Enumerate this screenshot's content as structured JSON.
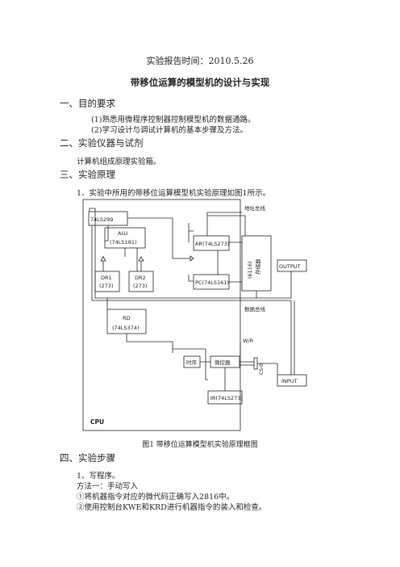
{
  "header": {
    "time_line": "实验报告时间：2010.5.26"
  },
  "doc_title": "带移位运算的模型机的设计与实现",
  "sections": [
    {
      "heading": "一、目的要求",
      "items": [
        "(1)熟悉用微程序控制器控制模型机的数据通路。",
        "(2)学习设计与调试计算机的基本步骤及方法。"
      ]
    },
    {
      "heading": "二、实验仪器与试剂",
      "items": [
        "计算机组成原理实验箱。"
      ]
    },
    {
      "heading": "三、实验原理",
      "items": [
        "1、实验中所用的带移位运算模型机实验原理如图1所示。"
      ]
    },
    {
      "heading": "四、实验步骤",
      "items": [
        "1、写程序。",
        "方法一：手动写入",
        "①将机器指令对应的微代码正确写入2816中。",
        "②使用控制台KWE和KRD进行机器指令的装入和检查。"
      ]
    }
  ],
  "figure": {
    "caption": "图1  带移位运算模型机实验原理框图",
    "labels": {
      "ls299": "74LS299",
      "alu": "ALU",
      "alu_chip": "(74LS181)",
      "dr1": "DR1",
      "dr1_chip": "(273)",
      "dr2": "DR2",
      "dr2_chip": "(273)",
      "rd": "RD",
      "rd_chip": "(74LS374)",
      "ar": "AR(74LS273)",
      "pc": "PC(74LS161)",
      "memory_chip": "(6116)",
      "memory": "存储器",
      "address_bus": "地址总线",
      "data_bus": "数据总线",
      "output": "OUTPUT",
      "input": "INPUT",
      "timing": "时序",
      "controller": "微控器",
      "wr": "W/R",
      "cs": "CS-0",
      "ir": "IR(74LS273)",
      "cpu": "CPU"
    }
  }
}
